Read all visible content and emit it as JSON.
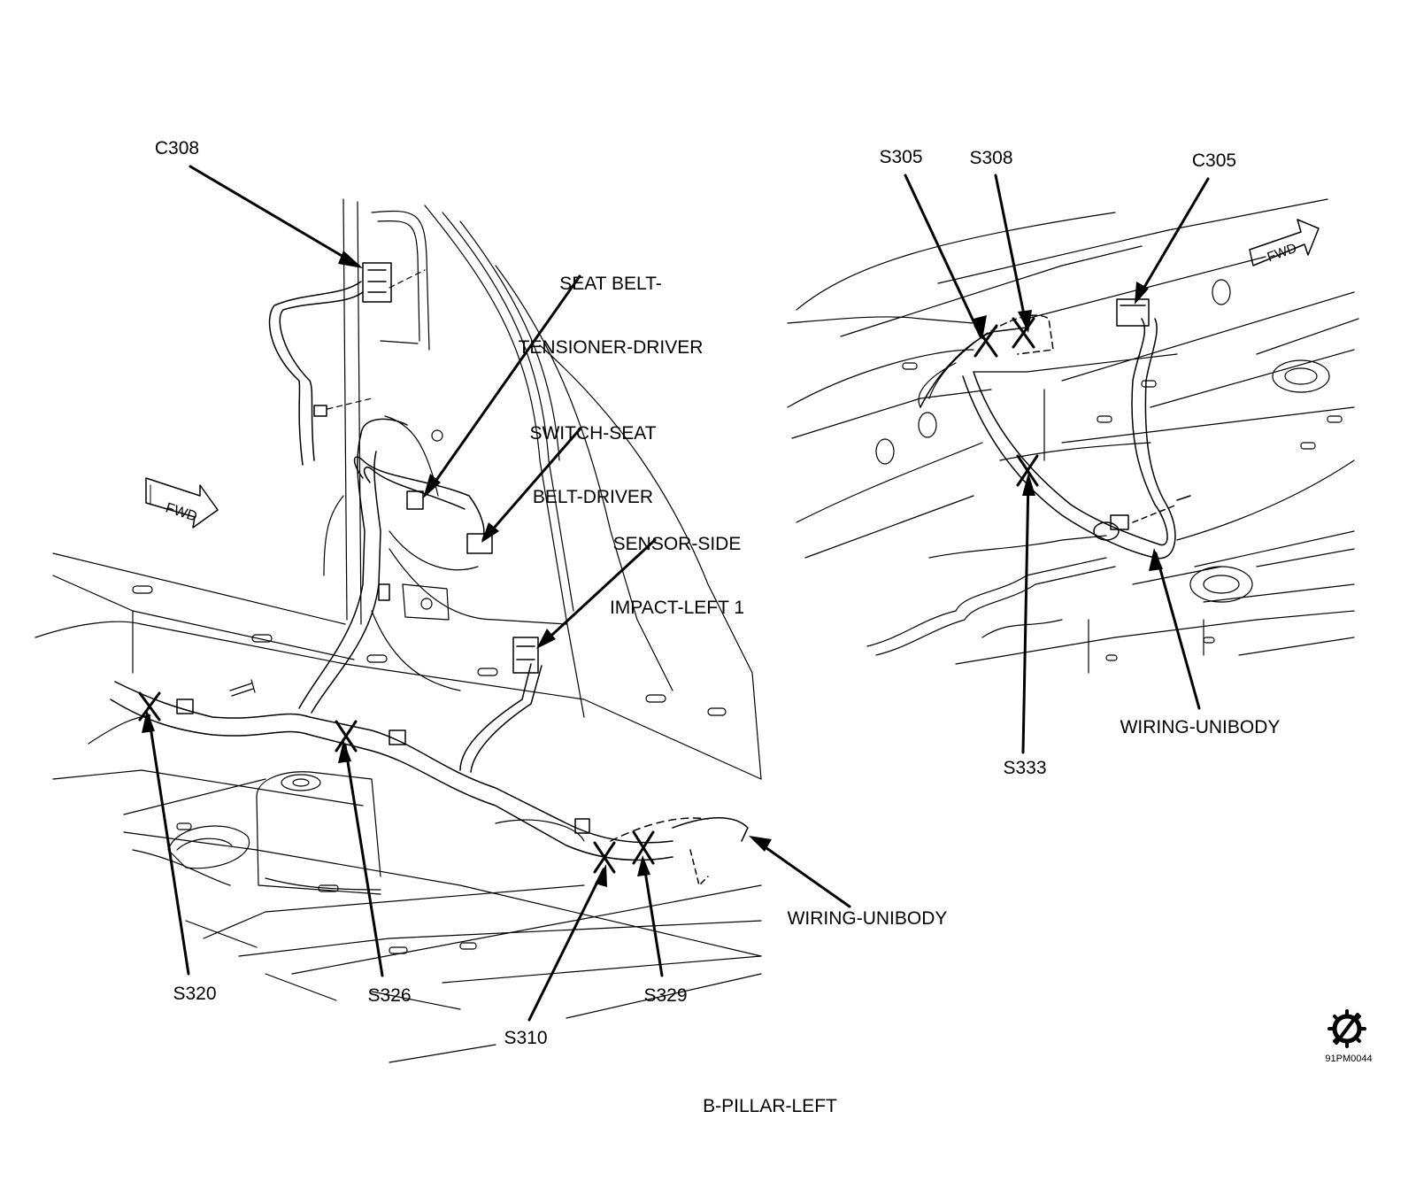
{
  "diagram": {
    "title": "B-PILLAR-LEFT",
    "figure_code": "91PM0044",
    "fwd_label": "FWD",
    "colors": {
      "line": "#000000",
      "background": "#ffffff"
    },
    "labels": {
      "c308": "C308",
      "seat_belt_tensioner_1": "SEAT BELT-",
      "seat_belt_tensioner_2": "TENSIONER-DRIVER",
      "switch_seat_belt_1": "SWITCH-SEAT",
      "switch_seat_belt_2": "BELT-DRIVER",
      "sensor_side_impact_1": "SENSOR-SIDE",
      "sensor_side_impact_2": "IMPACT-LEFT 1",
      "wiring_unibody_left": "WIRING-UNIBODY",
      "s320": "S320",
      "s326": "S326",
      "s310": "S310",
      "s329": "S329",
      "s305": "S305",
      "s308": "S308",
      "c305": "C305",
      "s333": "S333",
      "wiring_unibody_right": "WIRING-UNIBODY"
    }
  }
}
